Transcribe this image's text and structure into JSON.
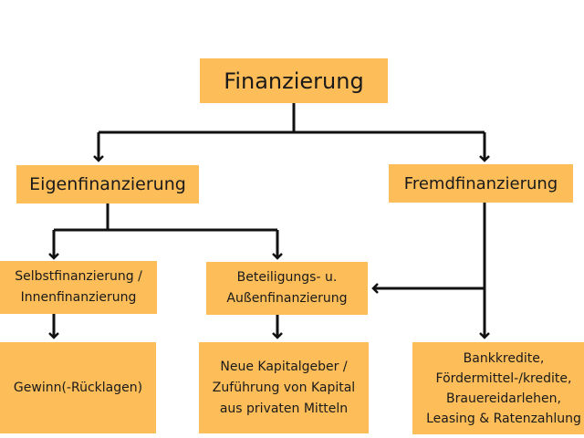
{
  "root": {
    "label": "Finanzierung"
  },
  "branches": {
    "eigen": {
      "label": "Eigenfinanzierung"
    },
    "fremd": {
      "label": "Fremdfinanzierung"
    }
  },
  "sub": {
    "selbst": {
      "line1": "Selbstfinanzierung /",
      "line2": "Innenfinanzierung"
    },
    "beteiligung": {
      "line1": "Beteiligungs- u.",
      "line2": "Außenfinanzierung"
    }
  },
  "leaves": {
    "gewinn": {
      "line1": "Gewinn(-Rücklagen)"
    },
    "neue": {
      "line1": "Neue Kapitalgeber /",
      "line2": "Zuführung von Kapital",
      "line3": "aus privaten Mitteln"
    },
    "bank": {
      "line1": "Bankkredite,",
      "line2": "Fördermittel-/kredite,",
      "line3": "Brauereidarlehen,",
      "line4": "Leasing & Ratenzahlung"
    }
  },
  "colors": {
    "box": "#fdbd59",
    "line": "#111111"
  }
}
